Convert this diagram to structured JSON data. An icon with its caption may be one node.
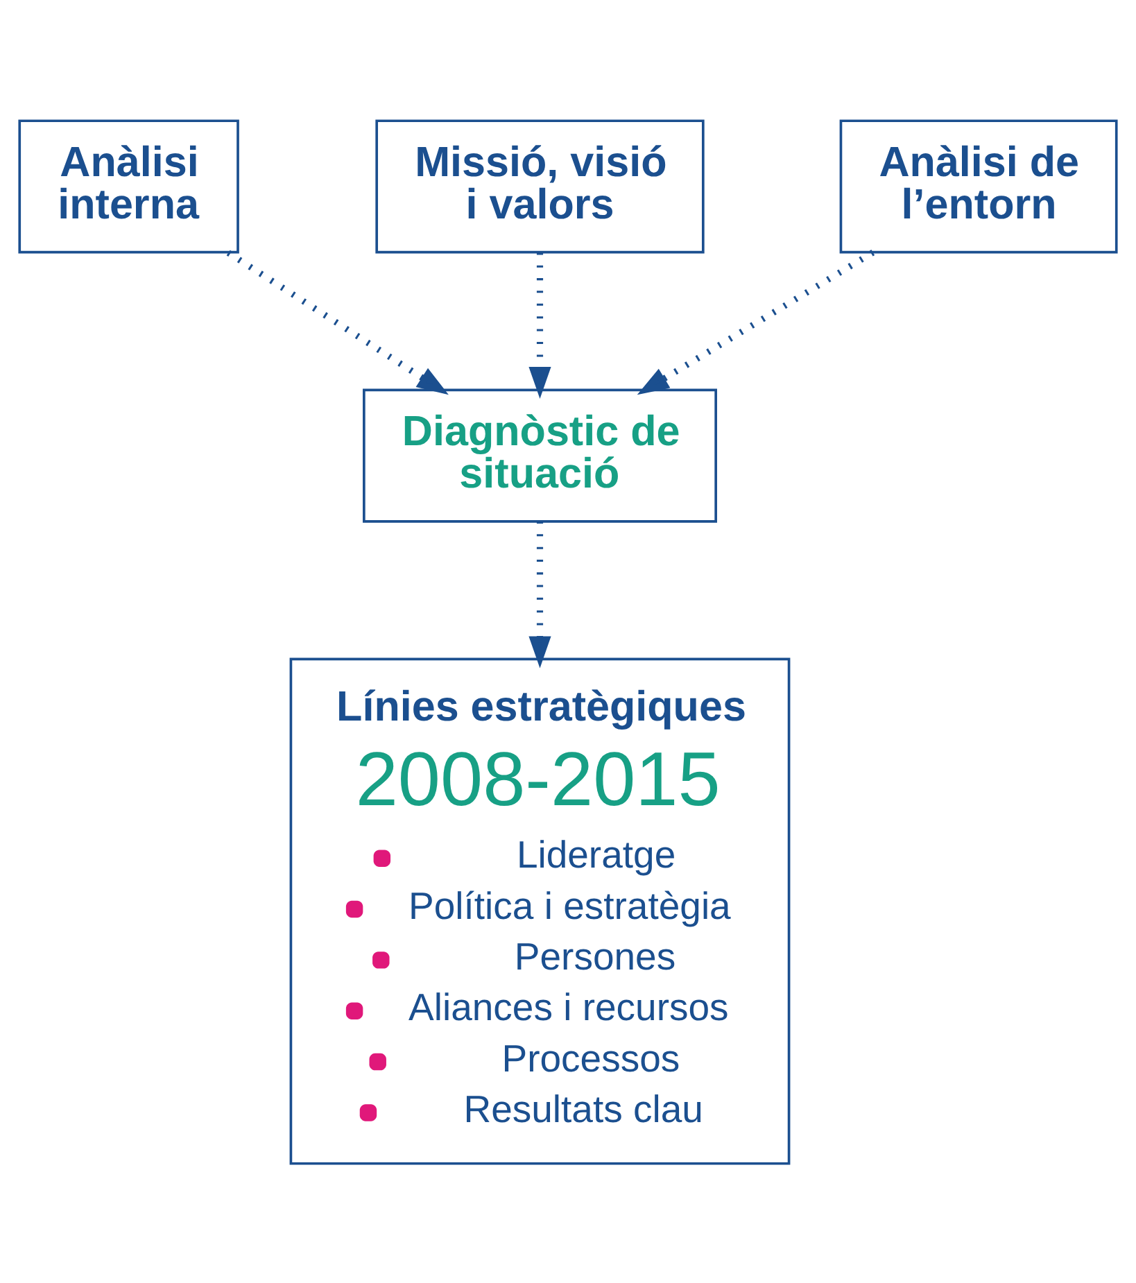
{
  "diagram": {
    "nodes": [
      {
        "text": [
          "Missió, visió i valors"
        ]
      },
      {
        "text": [
          "Anàlisi interna"
        ]
      },
      {
        "text": [
          "Anàlisi de l’entorn"
        ]
      },
      {
        "text": [
          "Diagnòstic de situació"
        ]
      },
      {
        "text": [
          "Línies estratègiques",
          "2008-2015",
          "Lideratge",
          "Política i estratègia",
          "Persones",
          "Aliances i recursos",
          "Processos",
          "Resultats clau"
        ]
      }
    ],
    "edges": [
      {
        "from": 1,
        "to": 3,
        "arrow": "to"
      },
      {
        "from": 0,
        "to": 3,
        "arrow": "to"
      },
      {
        "from": 2,
        "to": 3,
        "arrow": "to"
      },
      {
        "from": 3,
        "to": 4,
        "arrow": "to"
      }
    ]
  }
}
